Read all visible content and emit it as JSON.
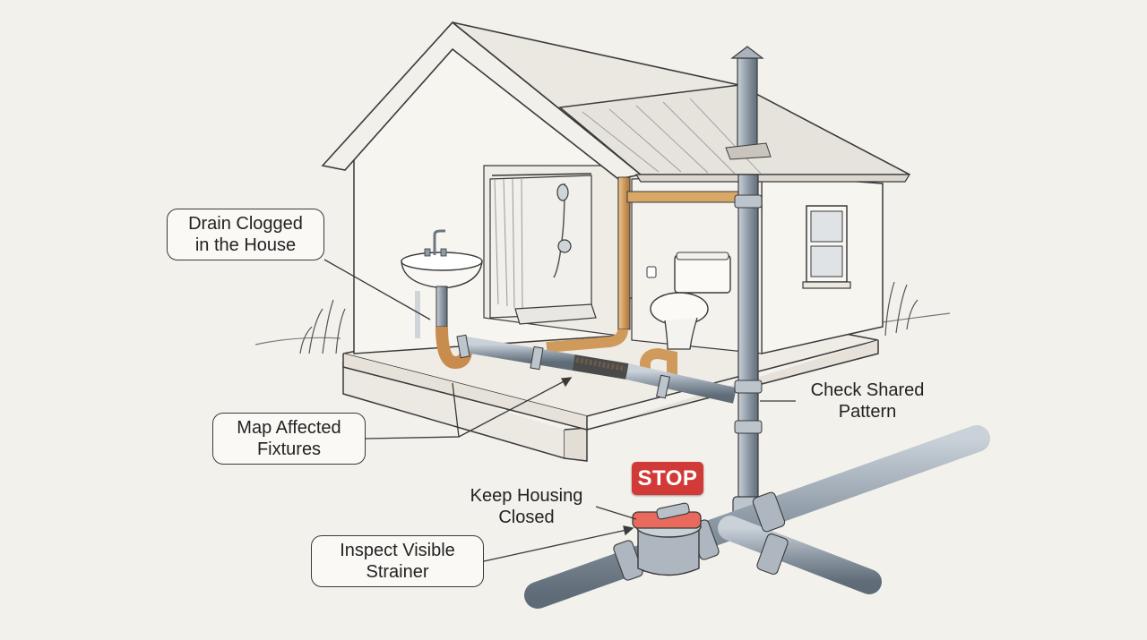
{
  "labels": {
    "drain_clogged": [
      "Drain Clogged",
      "in the House"
    ],
    "map_fixtures": [
      "Map Affected",
      "Fixtures"
    ],
    "inspect_strainer": [
      "Inspect Visible",
      "Strainer"
    ],
    "keep_housing": [
      "Keep Housing",
      "Closed"
    ],
    "check_pattern": [
      "Check Shared",
      "Pattern"
    ],
    "stop_sign": "STOP"
  },
  "colors": {
    "background": "#f3f1ec",
    "line": "#3a3a3a",
    "gray_pipe": "#8e9aa6",
    "copper_pipe": "#cf9a5c",
    "stop_red": "#d23a38"
  }
}
